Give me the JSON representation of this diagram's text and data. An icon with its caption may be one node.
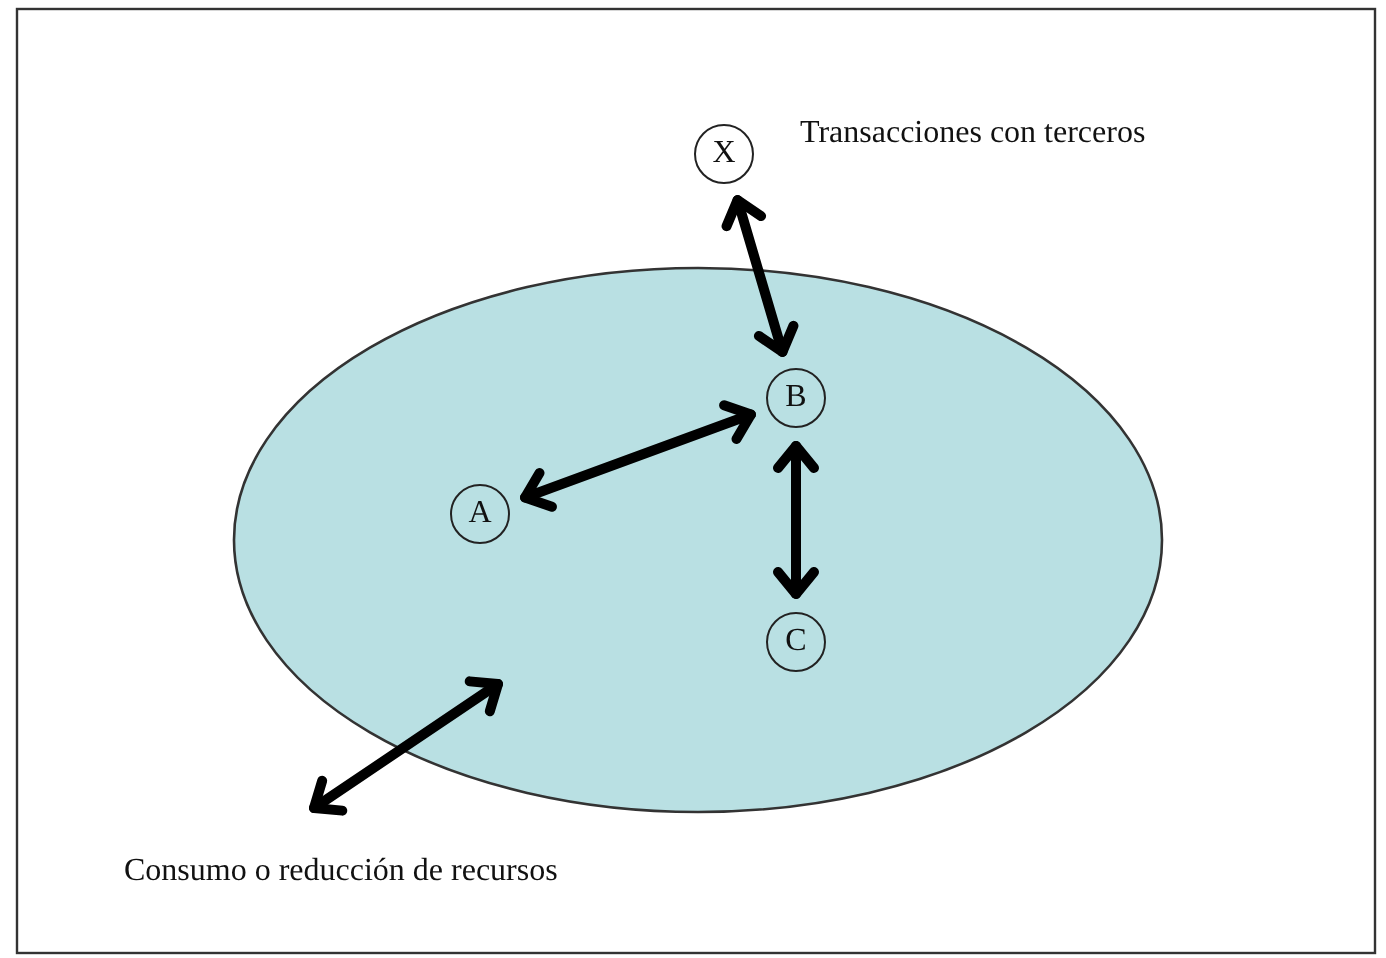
{
  "diagram": {
    "nodes": [
      {
        "text": [
          "X"
        ],
        "beside": [
          "Transacciones con terceros"
        ]
      },
      {
        "text": [],
        "shape": "ellipse"
      },
      {
        "text": [
          "B"
        ],
        "in": 1
      },
      {
        "text": [
          "A"
        ],
        "in": 1
      },
      {
        "text": [
          "C"
        ],
        "in": 1
      }
    ],
    "edges": [
      {
        "from": 0,
        "to": 2,
        "arrow": "both"
      },
      {
        "from": 3,
        "to": 2,
        "arrow": "both"
      },
      {
        "from": 2,
        "to": 4,
        "arrow": "both"
      },
      {
        "from": null,
        "to": 1,
        "arrow": "both",
        "label": "Consumo o reducción de recursos"
      }
    ]
  }
}
